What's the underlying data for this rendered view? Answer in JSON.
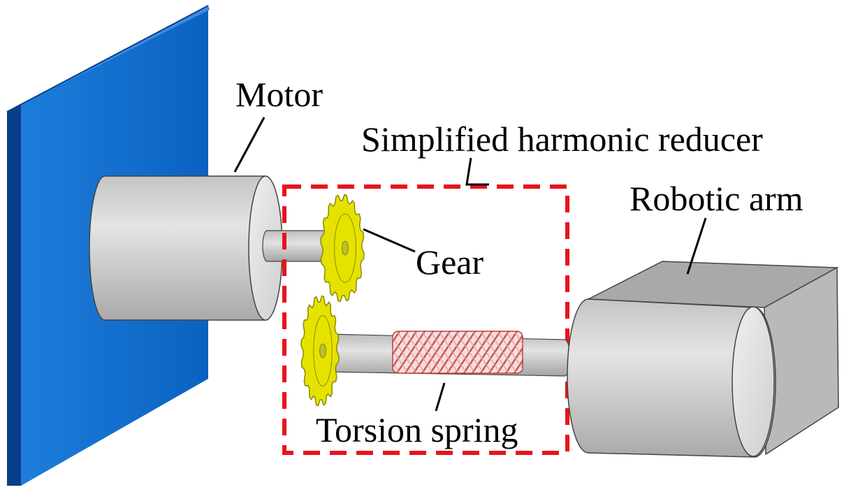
{
  "labels": {
    "motor": "Motor",
    "reducer": "Simplified harmonic reducer",
    "robotic_arm": "Robotic arm",
    "gear": "Gear",
    "torsion_spring": "Torsion spring"
  },
  "colors": {
    "wall": "#0a6fcf",
    "wall_side": "#0a3d8a",
    "cylinder_body": "#d8d8d8",
    "cylinder_face": "#e6e6e6",
    "gear": "#e6e200",
    "gear_outline": "#8a8a00",
    "spring": "#d66a6a",
    "dashed_box": "#e8141b",
    "leader_line": "#000000"
  }
}
